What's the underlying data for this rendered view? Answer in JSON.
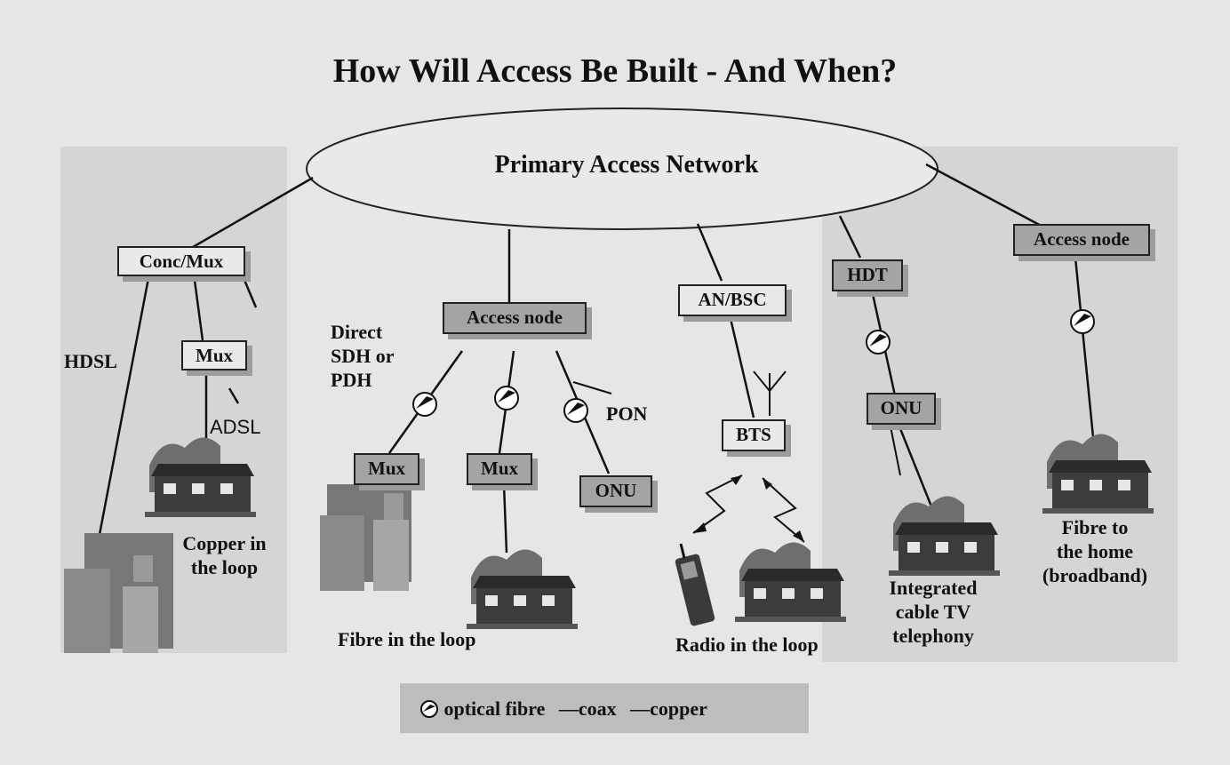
{
  "title": "How Will Access Be Built - And When?",
  "network": {
    "label": "Primary Access Network"
  },
  "nodes": {
    "conc_mux": "Conc/Mux",
    "mux_copper": "Mux",
    "access_node_center": "Access node",
    "mux_left": "Mux",
    "mux_mid": "Mux",
    "onu_center": "ONU",
    "an_bsc": "AN/BSC",
    "bts": "BTS",
    "hdt": "HDT",
    "onu_right": "ONU",
    "access_node_right": "Access node"
  },
  "labels": {
    "hdsl": "HDSL",
    "adsl": "ADSL",
    "direct_line1": "Direct",
    "direct_line2": "SDH or",
    "direct_line3": "PDH",
    "pon": "PON",
    "copper_line1": "Copper in",
    "copper_line2": "the loop",
    "fibre_loop": "Fibre in the loop",
    "radio_loop": "Radio in the loop",
    "cable_line1": "Integrated",
    "cable_line2": "cable TV",
    "cable_line3": "telephony",
    "ftth_line1": "Fibre to",
    "ftth_line2": "the home",
    "ftth_line3": "(broadband)"
  },
  "legend": {
    "optical_fibre": "optical fibre",
    "coax": "—coax",
    "copper": "—copper"
  },
  "icons": {
    "fibre": "optical-fibre-icon",
    "house": "house-icon",
    "office": "office-buildings-icon",
    "antenna": "antenna-icon",
    "phone": "mobile-phone-icon",
    "radio": "radio-link-icon"
  }
}
